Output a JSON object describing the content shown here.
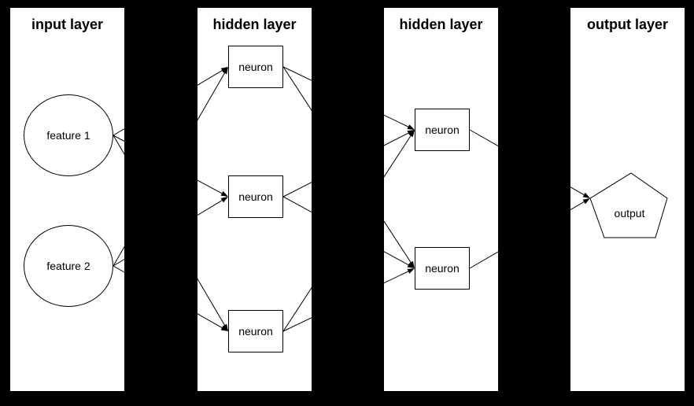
{
  "diagram": {
    "type": "neural-network",
    "colors": {
      "background": "#000000",
      "panel_fill": "#ffffff",
      "node_fill": "#ffffff",
      "line": "#000000",
      "text": "#000000"
    },
    "layers": [
      {
        "id": "input",
        "title": "input layer"
      },
      {
        "id": "hidden-1",
        "title": "hidden layer"
      },
      {
        "id": "hidden-2",
        "title": "hidden layer"
      },
      {
        "id": "output",
        "title": "output layer"
      }
    ],
    "nodes": [
      {
        "id": "feature1",
        "label": "feature 1",
        "shape": "circle",
        "layer": "input"
      },
      {
        "id": "feature2",
        "label": "feature 2",
        "shape": "circle",
        "layer": "input"
      },
      {
        "id": "h1n1",
        "label": "neuron",
        "shape": "box",
        "layer": "hidden-1"
      },
      {
        "id": "h1n2",
        "label": "neuron",
        "shape": "box",
        "layer": "hidden-1"
      },
      {
        "id": "h1n3",
        "label": "neuron",
        "shape": "box",
        "layer": "hidden-1"
      },
      {
        "id": "h2n1",
        "label": "neuron",
        "shape": "box",
        "layer": "hidden-2"
      },
      {
        "id": "h2n2",
        "label": "neuron",
        "shape": "box",
        "layer": "hidden-2"
      },
      {
        "id": "output",
        "label": "output",
        "shape": "pentagon",
        "layer": "output"
      }
    ],
    "edges": [
      {
        "from": "feature1",
        "to": "h1n1"
      },
      {
        "from": "feature1",
        "to": "h1n2"
      },
      {
        "from": "feature1",
        "to": "h1n3"
      },
      {
        "from": "feature2",
        "to": "h1n1"
      },
      {
        "from": "feature2",
        "to": "h1n2"
      },
      {
        "from": "feature2",
        "to": "h1n3"
      },
      {
        "from": "h1n1",
        "to": "h2n1"
      },
      {
        "from": "h1n1",
        "to": "h2n2"
      },
      {
        "from": "h1n2",
        "to": "h2n1"
      },
      {
        "from": "h1n2",
        "to": "h2n2"
      },
      {
        "from": "h1n3",
        "to": "h2n1"
      },
      {
        "from": "h1n3",
        "to": "h2n2"
      },
      {
        "from": "h2n1",
        "to": "output"
      },
      {
        "from": "h2n2",
        "to": "output"
      }
    ]
  }
}
